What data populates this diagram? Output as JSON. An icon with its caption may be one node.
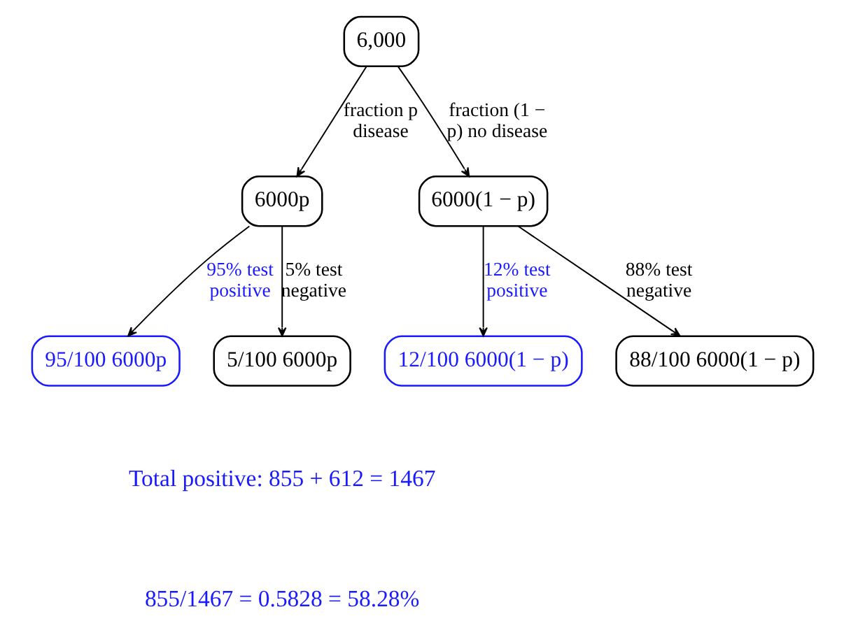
{
  "diagram": {
    "nodes": [
      {
        "text": [
          "6,000"
        ]
      },
      {
        "text": [
          "6000p"
        ]
      },
      {
        "text": [
          "6000(1 − p)"
        ]
      },
      {
        "text": [
          "95/100 6000p"
        ]
      },
      {
        "text": [
          "5/100 6000p"
        ]
      },
      {
        "text": [
          "12/100 6000(1 − p)"
        ]
      },
      {
        "text": [
          "88/100 6000(1 − p)"
        ]
      }
    ],
    "edges": [
      {
        "from": 0,
        "to": 1,
        "arrow": "to",
        "label": "fraction p disease"
      },
      {
        "from": 0,
        "to": 2,
        "arrow": "to",
        "label": "fraction (1 − p) no disease"
      },
      {
        "from": 1,
        "to": 3,
        "arrow": "to",
        "label": "95% test positive"
      },
      {
        "from": 1,
        "to": 4,
        "arrow": "to",
        "label": "5% test negative"
      },
      {
        "from": 2,
        "to": 5,
        "arrow": "to",
        "label": "12% test positive"
      },
      {
        "from": 2,
        "to": 6,
        "arrow": "to",
        "label": "88% test negative"
      }
    ],
    "labels": [
      "Total positive: 855 + 612 = 1467",
      "855/1467 = 0.5828 = 58.28%"
    ]
  }
}
